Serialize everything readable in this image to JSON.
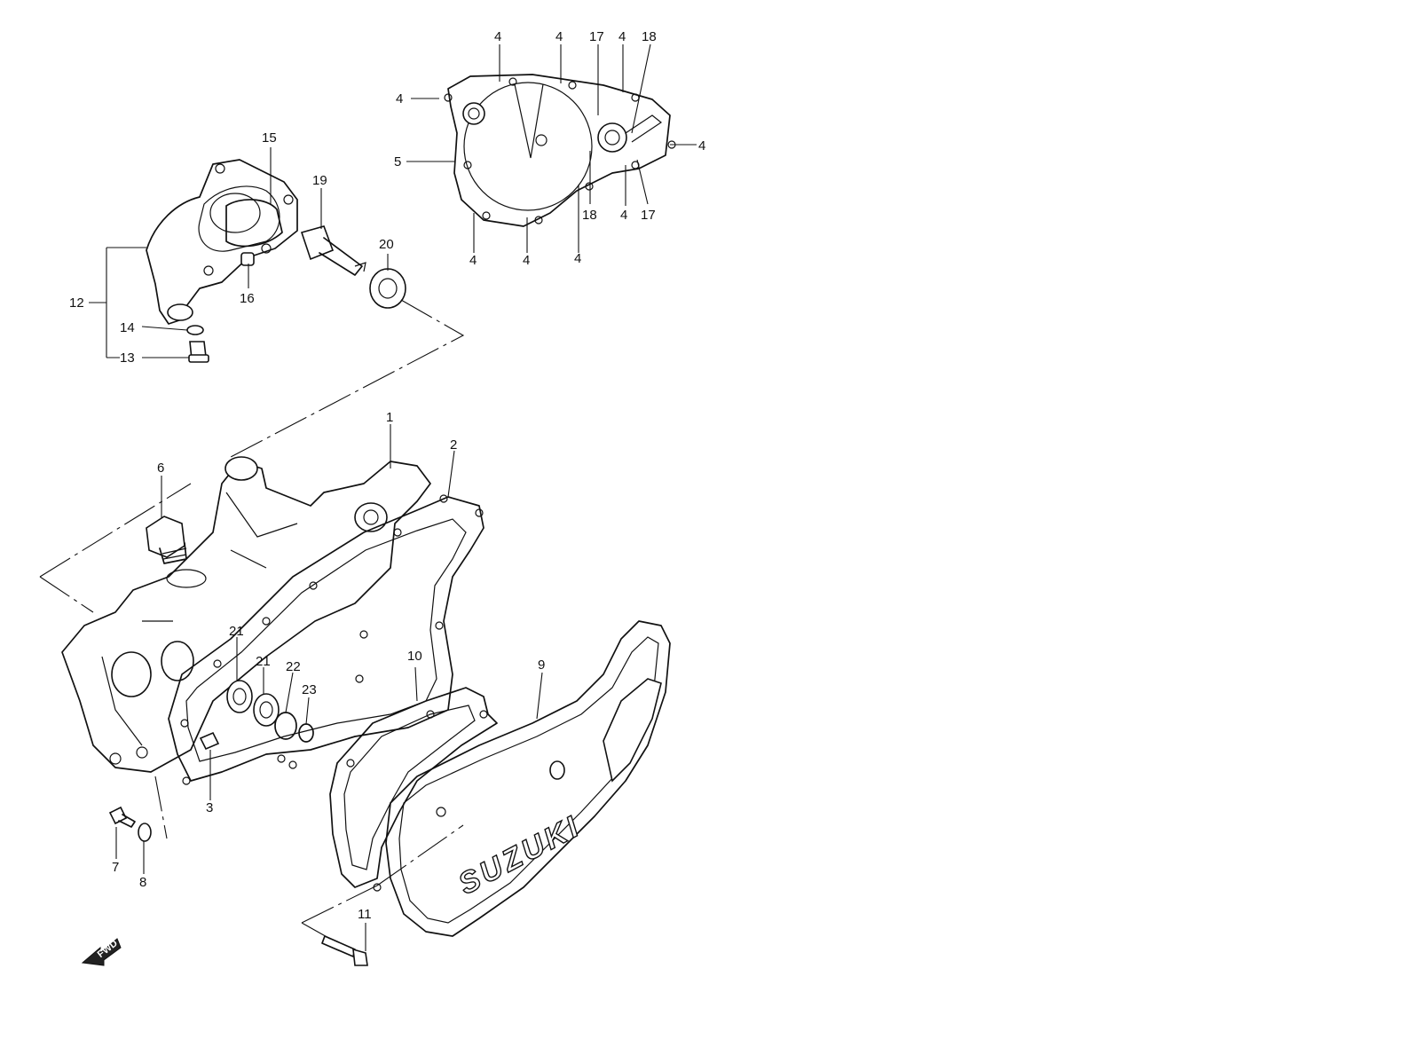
{
  "brand_text": "SUZUKI",
  "direction_arrow": "FWD",
  "callouts": [
    {
      "id": "c-4a",
      "num": "4"
    },
    {
      "id": "c-4b",
      "num": "4"
    },
    {
      "id": "c-17a",
      "num": "17"
    },
    {
      "id": "c-4c",
      "num": "4"
    },
    {
      "id": "c-18a",
      "num": "18"
    },
    {
      "id": "c-4d",
      "num": "4"
    },
    {
      "id": "c-4e",
      "num": "4"
    },
    {
      "id": "c-5",
      "num": "5"
    },
    {
      "id": "c-18b",
      "num": "18"
    },
    {
      "id": "c-4f",
      "num": "4"
    },
    {
      "id": "c-17b",
      "num": "17"
    },
    {
      "id": "c-4g",
      "num": "4"
    },
    {
      "id": "c-4h",
      "num": "4"
    },
    {
      "id": "c-4i",
      "num": "4"
    },
    {
      "id": "c-15",
      "num": "15"
    },
    {
      "id": "c-19",
      "num": "19"
    },
    {
      "id": "c-20",
      "num": "20"
    },
    {
      "id": "c-16",
      "num": "16"
    },
    {
      "id": "c-12",
      "num": "12"
    },
    {
      "id": "c-14",
      "num": "14"
    },
    {
      "id": "c-13",
      "num": "13"
    },
    {
      "id": "c-1",
      "num": "1"
    },
    {
      "id": "c-2",
      "num": "2"
    },
    {
      "id": "c-6",
      "num": "6"
    },
    {
      "id": "c-21a",
      "num": "21"
    },
    {
      "id": "c-21b",
      "num": "21"
    },
    {
      "id": "c-22",
      "num": "22"
    },
    {
      "id": "c-23",
      "num": "23"
    },
    {
      "id": "c-10",
      "num": "10"
    },
    {
      "id": "c-9",
      "num": "9"
    },
    {
      "id": "c-3",
      "num": "3"
    },
    {
      "id": "c-7",
      "num": "7"
    },
    {
      "id": "c-8",
      "num": "8"
    },
    {
      "id": "c-11",
      "num": "11"
    }
  ]
}
